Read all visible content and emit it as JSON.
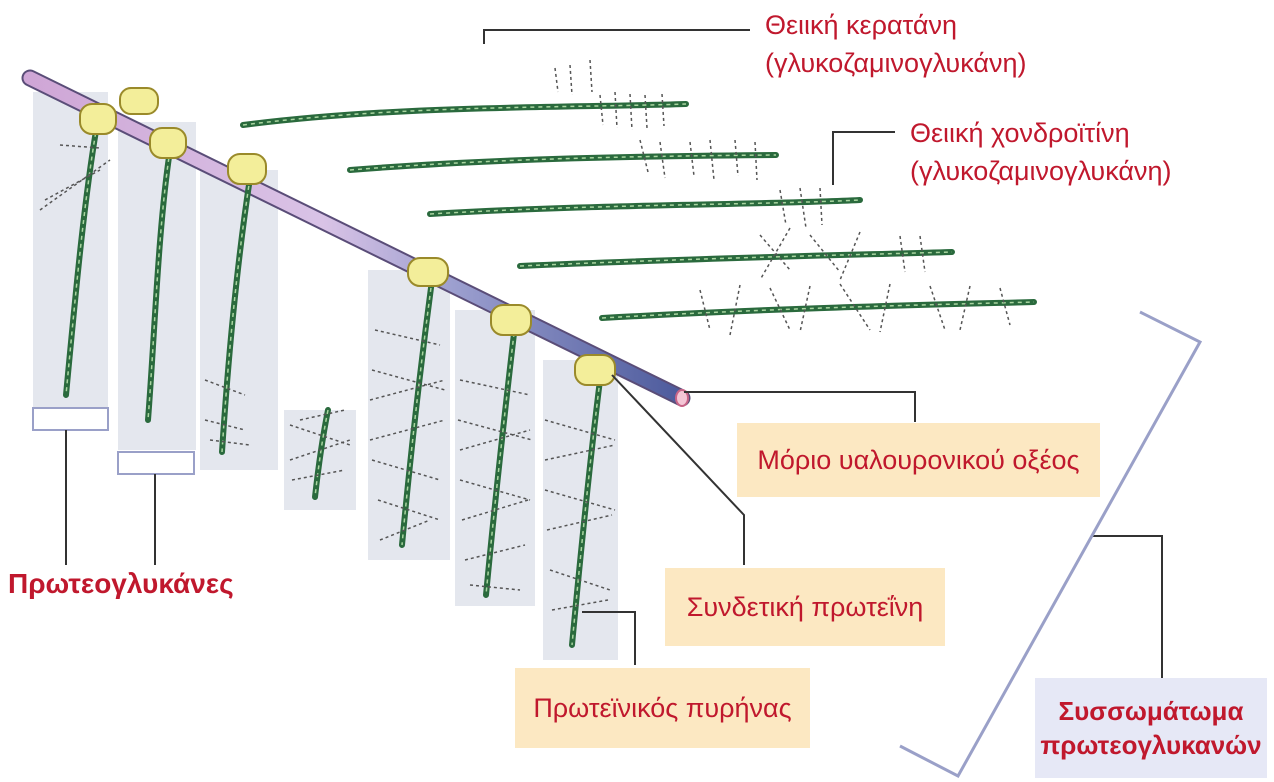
{
  "labels": {
    "keratan_line1": "Θειική κερατάνη",
    "keratan_line2": "(γλυκοζαμινογλυκάνη)",
    "chondroitin_line1": "Θειική χονδροϊτίνη",
    "chondroitin_line2": "(γλυκοζαμινογλυκάνη)",
    "hyaluronic": "Μόριο υαλουρονικού οξέος",
    "proteoglycans": "Πρωτεογλυκάνες",
    "link_protein": "Συνδετική πρωτεΐνη",
    "core_protein": "Πρωτεϊνικός πυρήνας",
    "aggregate_line1": "Συσσωμάτωμα",
    "aggregate_line2": "πρωτεογλυκανών"
  },
  "colors": {
    "label_red": "#c0182d",
    "label_box": "#fce8c2",
    "aggregate_box": "#e6e8f6",
    "gag_chain": "#2a6a3d",
    "link_protein": "#f3ee9a",
    "hyaluronic_pink": "#c9a3cf",
    "hyaluronic_blue": "#4c5a9c",
    "panel": "#e4e7ee",
    "bracket": "#9aa0c8"
  }
}
